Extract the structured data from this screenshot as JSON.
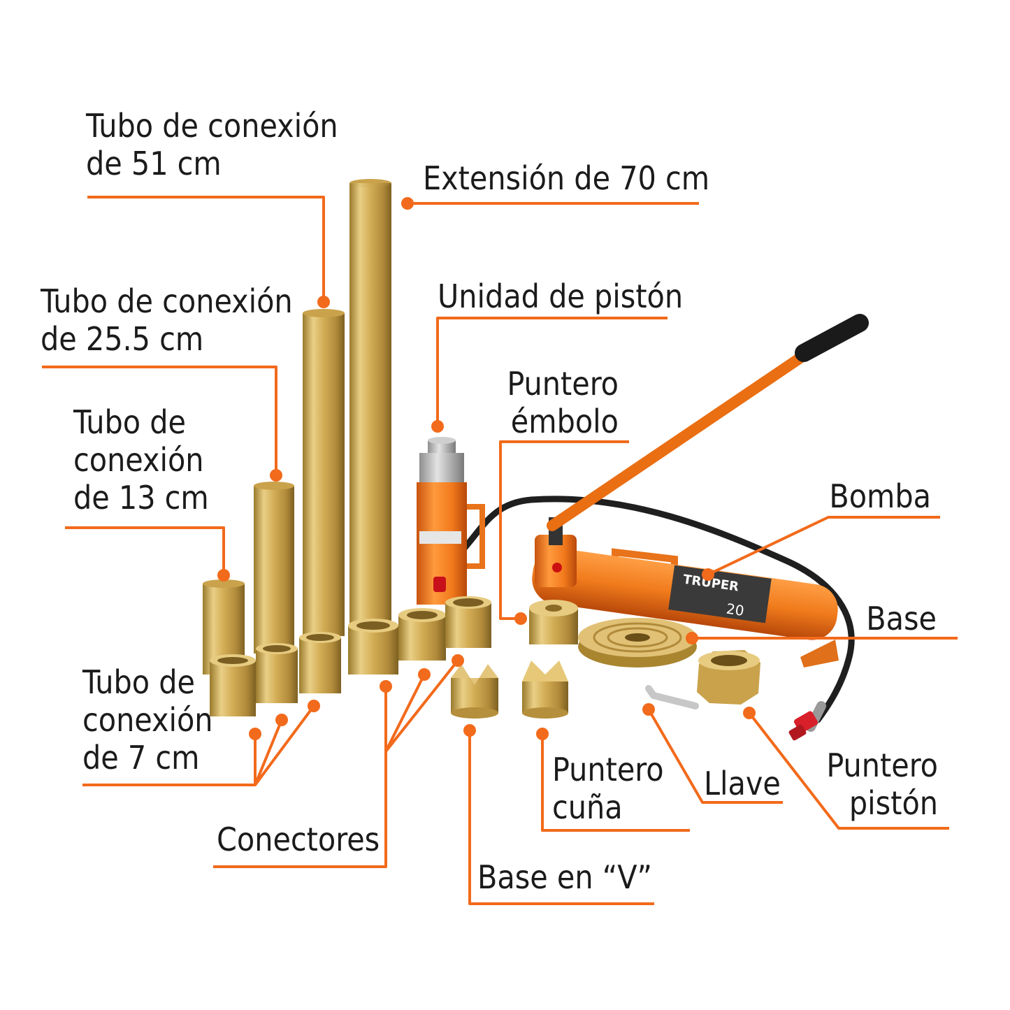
{
  "labels": {
    "tubo_51": [
      "Tubo de conexión",
      "de 51 cm"
    ],
    "extension_70": [
      "Extensión de 70 cm"
    ],
    "tubo_25_5": [
      "Tubo de conexión",
      "de 25.5 cm"
    ],
    "unidad_piston": [
      "Unidad de pistón"
    ],
    "tubo_13": [
      "Tubo de",
      "conexión",
      "de 13 cm"
    ],
    "puntero_embolo": [
      "Puntero",
      "émbolo"
    ],
    "bomba": [
      "Bomba"
    ],
    "base": [
      "Base"
    ],
    "tubo_7": [
      "Tubo de",
      "conexión",
      "de 7 cm"
    ],
    "puntero_cuna": [
      "Puntero",
      "cuña"
    ],
    "llave": [
      "Llave"
    ],
    "puntero_piston": [
      "Puntero",
      "pistón"
    ],
    "conectores": [
      "Conectores"
    ],
    "base_v": [
      "Base en “V”"
    ]
  },
  "product": {
    "brand": "TRUPER",
    "pump_capacity": "20"
  },
  "colors": {
    "leader": "#f26a1b",
    "brass": "#d9b45a",
    "orange": "#f07b1c",
    "text": "#1b1b1b"
  }
}
